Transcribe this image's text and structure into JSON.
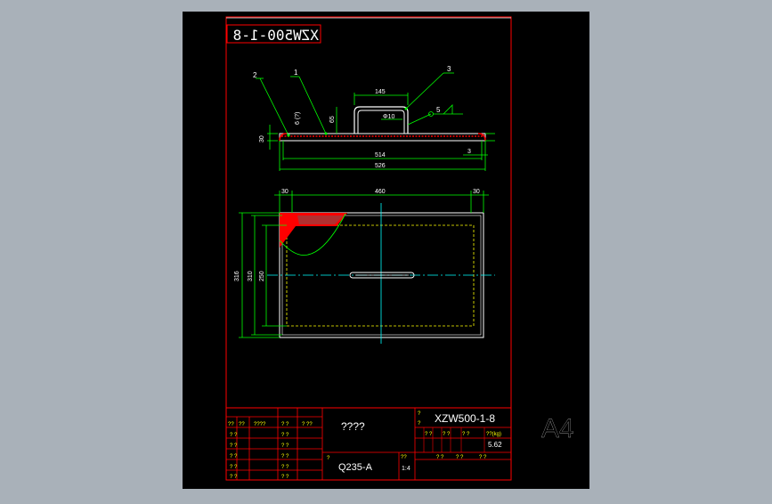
{
  "drawing": {
    "code_label_mirrored": "XZW500-1-8",
    "sheet_size": "A4",
    "part_number": "XZW500-1-8",
    "part_name": "????",
    "material": "Q235-A",
    "scale": "1:4",
    "weight": "5.62",
    "weight_label": "??(kg)"
  },
  "top_view": {
    "leaders": [
      "2",
      "1",
      "3"
    ],
    "dim_handle_width": "145",
    "dim_handle_dia": "Φ10",
    "dim_handle_height": "65",
    "dim_wall": "6 (?)",
    "dim_height": "30",
    "dim_inner_length": "514",
    "dim_outer_length": "526",
    "dim_right_note": "3",
    "weld_symbol": "5"
  },
  "plan_view": {
    "dim_left_margin": "30",
    "dim_center": "460",
    "dim_right_margin": "30",
    "dim_outer_depth": "316",
    "dim_mid_depth": "310",
    "dim_inner_depth": "250"
  },
  "title_block": {
    "left_cells": [
      [
        "??",
        "??",
        "????",
        "? ?",
        "? ??"
      ],
      [
        "? ?",
        "",
        "",
        "? ?",
        ""
      ],
      [
        "? ?",
        "",
        "",
        "? ?",
        ""
      ],
      [
        "? ?",
        "",
        "",
        "? ?",
        ""
      ],
      [
        "? ?",
        "",
        "",
        "? ?",
        ""
      ],
      [
        "? ?",
        "",
        "",
        "? ?",
        ""
      ]
    ],
    "right_small_labels": [
      "?",
      "?",
      "? ?",
      "? ?",
      "? ?",
      "? ?",
      "??",
      "? ?",
      "? ?",
      "? ?",
      "?"
    ]
  },
  "colors": {
    "background": "#000000",
    "frame": "#ff0000",
    "outline": "#ffffff",
    "dimension": "#00ff00",
    "text": "#ffff00",
    "centerline": "#00ffff",
    "hatch": "#ff0000",
    "hidden": "#ffff00"
  }
}
